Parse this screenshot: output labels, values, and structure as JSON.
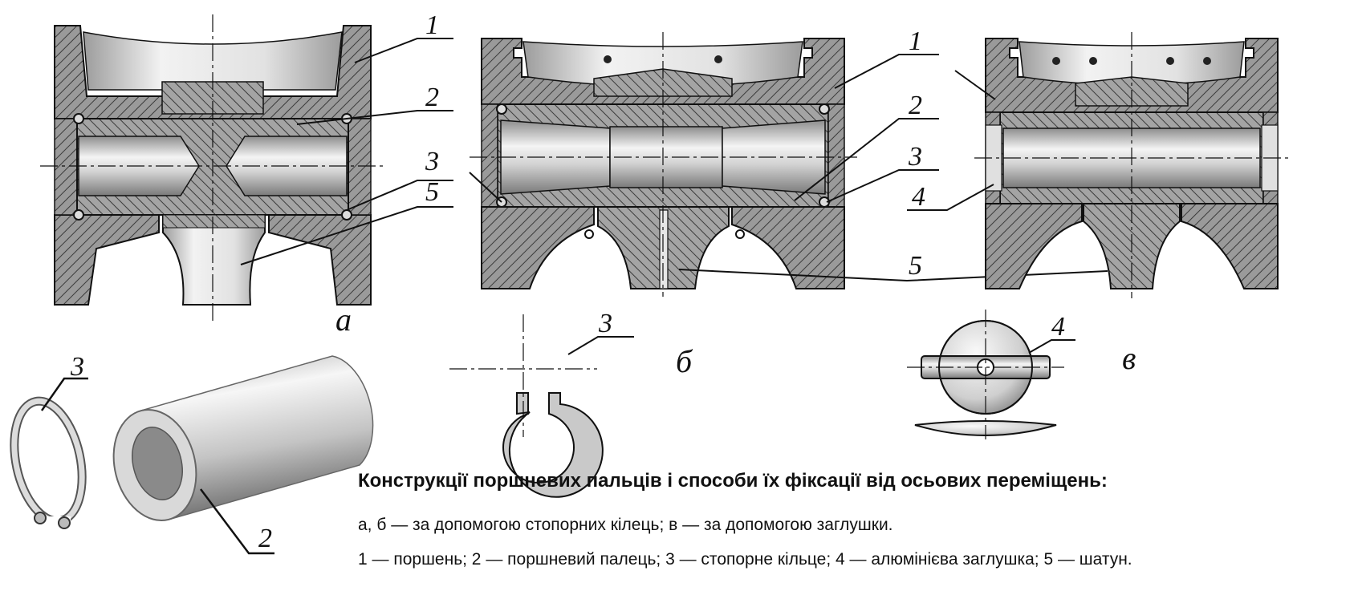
{
  "callouts": {
    "a_1": "1",
    "a_2": "2",
    "a_3": "3",
    "a_5": "5",
    "b_1": "1",
    "b_2": "2",
    "b_3": "3",
    "b_5": "5",
    "v_4": "4",
    "ring_b_3": "3",
    "plug_v_4": "4",
    "iso_3": "3",
    "iso_2": "2"
  },
  "subfigures": {
    "a": "а",
    "b": "б",
    "v": "в"
  },
  "caption": {
    "title": "Конструкції  поршневих пальців і способи їх фіксації від осьових переміщень:",
    "line1": "а, б — за допомогою стопорних кілець; в — за допомогою заглушки.",
    "line2": "1 — поршень; 2 — поршневий палець; 3 — стопорне кільце; 4 — алюмінієва заглушка; 5 — шатун."
  },
  "colors": {
    "section_fill": "#8a8a8a",
    "metal_light": "#e8e8e8",
    "metal_mid": "#b8b8b8",
    "line": "#111111"
  }
}
